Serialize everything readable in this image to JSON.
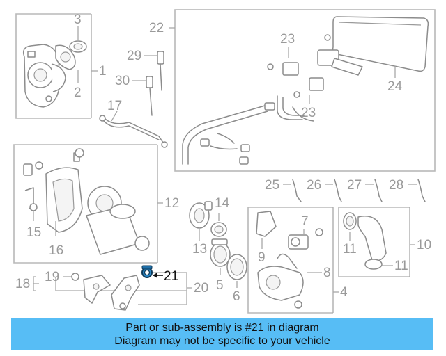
{
  "diagram": {
    "callouts": [
      "1",
      "2",
      "3",
      "4",
      "5",
      "6",
      "7",
      "8",
      "9",
      "10",
      "11",
      "11",
      "12",
      "13",
      "14",
      "15",
      "16",
      "17",
      "18",
      "19",
      "20",
      "21",
      "22",
      "23",
      "23",
      "24",
      "25",
      "26",
      "27",
      "28",
      "29",
      "30"
    ],
    "highlighted_part": "21",
    "highlight_color": "#1e6fa8"
  },
  "banner": {
    "line1": "Part or sub-assembly is #21 in diagram",
    "line2": "Diagram may not be specific to your vehicle",
    "color": "#57bdf5"
  }
}
